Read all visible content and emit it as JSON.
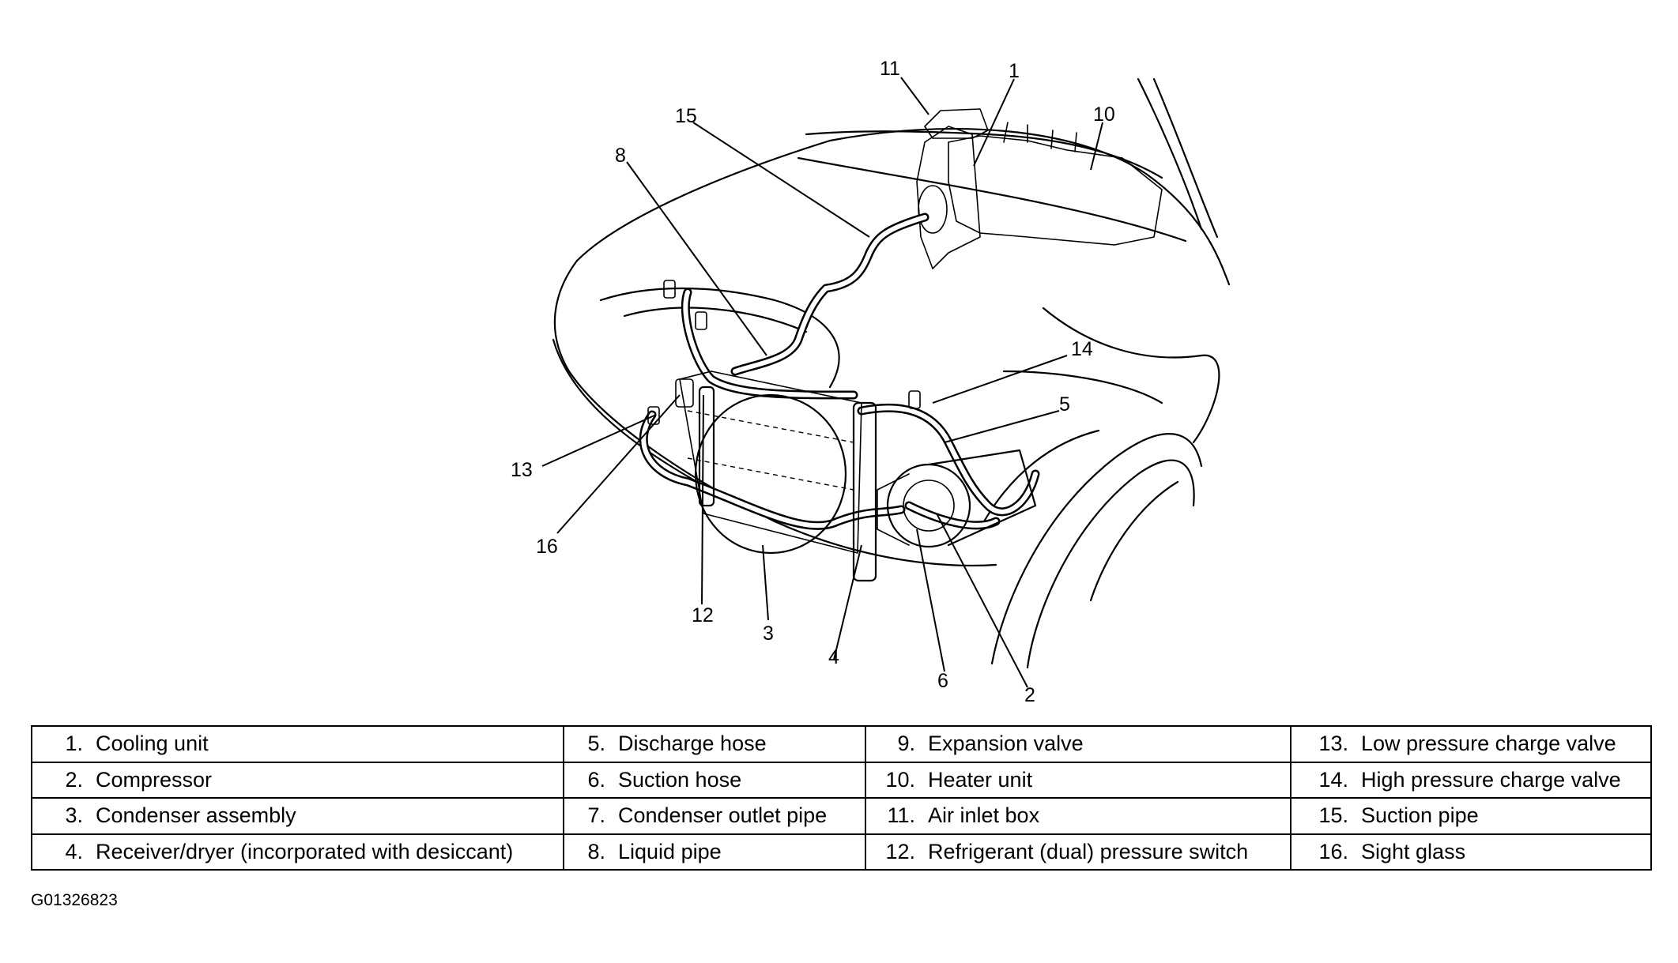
{
  "callouts": [
    {
      "id": "1",
      "text": "1"
    },
    {
      "id": "2",
      "text": "2"
    },
    {
      "id": "3",
      "text": "3"
    },
    {
      "id": "4",
      "text": "4"
    },
    {
      "id": "5",
      "text": "5"
    },
    {
      "id": "6",
      "text": "6"
    },
    {
      "id": "8",
      "text": "8"
    },
    {
      "id": "10",
      "text": "10"
    },
    {
      "id": "11",
      "text": "11"
    },
    {
      "id": "12",
      "text": "12"
    },
    {
      "id": "13",
      "text": "13"
    },
    {
      "id": "14",
      "text": "14"
    },
    {
      "id": "15",
      "text": "15"
    },
    {
      "id": "16",
      "text": "16"
    }
  ],
  "legend": {
    "rows": [
      [
        {
          "num": "1.",
          "label": "Cooling unit"
        },
        {
          "num": "5.",
          "label": "Discharge hose"
        },
        {
          "num": "9.",
          "label": "Expansion valve"
        },
        {
          "num": "13.",
          "label": "Low pressure charge valve"
        }
      ],
      [
        {
          "num": "2.",
          "label": "Compressor"
        },
        {
          "num": "6.",
          "label": "Suction hose"
        },
        {
          "num": "10.",
          "label": "Heater unit"
        },
        {
          "num": "14.",
          "label": "High pressure charge valve"
        }
      ],
      [
        {
          "num": "3.",
          "label": "Condenser assembly"
        },
        {
          "num": "7.",
          "label": "Condenser outlet pipe"
        },
        {
          "num": "11.",
          "label": "Air inlet box"
        },
        {
          "num": "15.",
          "label": "Suction pipe"
        }
      ],
      [
        {
          "num": "4.",
          "label": "Receiver/dryer (incorporated with desiccant)"
        },
        {
          "num": "8.",
          "label": "Liquid pipe"
        },
        {
          "num": "12.",
          "label": "Refrigerant (dual) pressure switch"
        },
        {
          "num": "16.",
          "label": "Sight glass"
        }
      ]
    ]
  },
  "figure_code": "G01326823"
}
